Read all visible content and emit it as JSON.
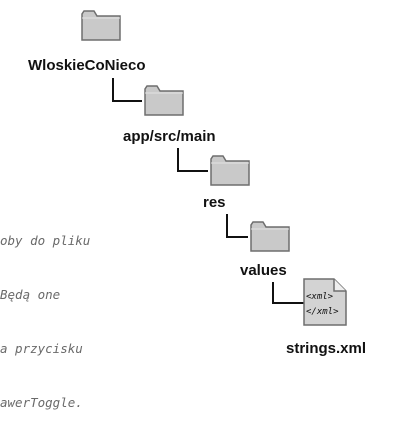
{
  "tree": {
    "root_label": "WloskieCoNieco",
    "app_label": "app/src/main",
    "res_label": "res",
    "values_label": "values",
    "file_label": "strings.xml",
    "file_icon_text": [
      "<xml>",
      "</xml>"
    ]
  },
  "annotation": {
    "lines": [
      "oby do pliku",
      "Będą one",
      "a przycisku",
      "awerToggle."
    ]
  },
  "colors": {
    "folder_fill": "#c9c9c9",
    "folder_stroke": "#6e6e6e",
    "note_text": "#6a6a6a"
  }
}
